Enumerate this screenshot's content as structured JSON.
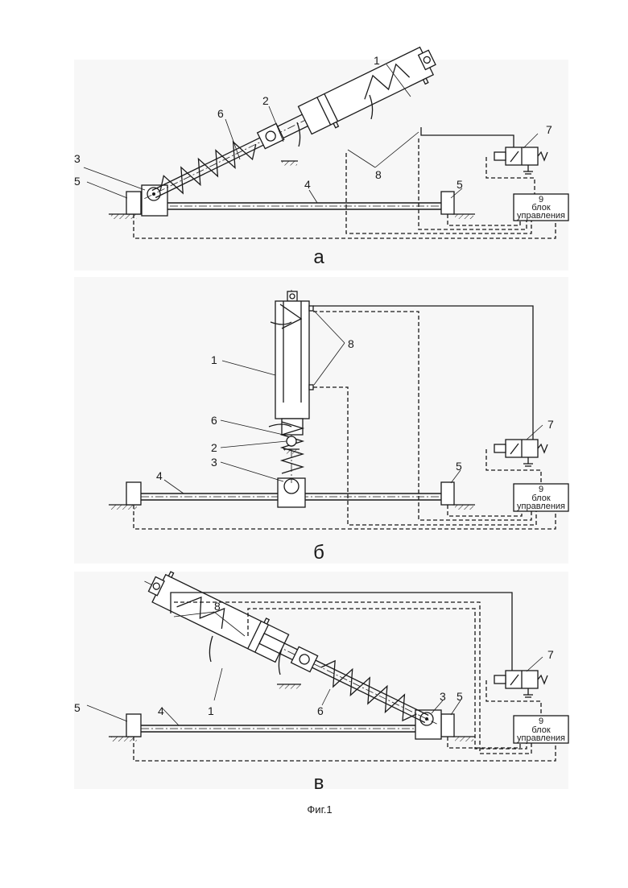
{
  "labels": {
    "n1": "1",
    "n2": "2",
    "n3": "3",
    "n4": "4",
    "n5": "5",
    "n6": "6",
    "n7": "7",
    "n8": "8",
    "n9": "9"
  },
  "control_block": {
    "line1": "блок",
    "line2": "управления"
  },
  "panels": {
    "a": "а",
    "b": "б",
    "c": "в"
  },
  "caption": "Фиг.1",
  "colors": {
    "panel_bg": "#f7f7f7",
    "ink": "#1a1a1a"
  }
}
